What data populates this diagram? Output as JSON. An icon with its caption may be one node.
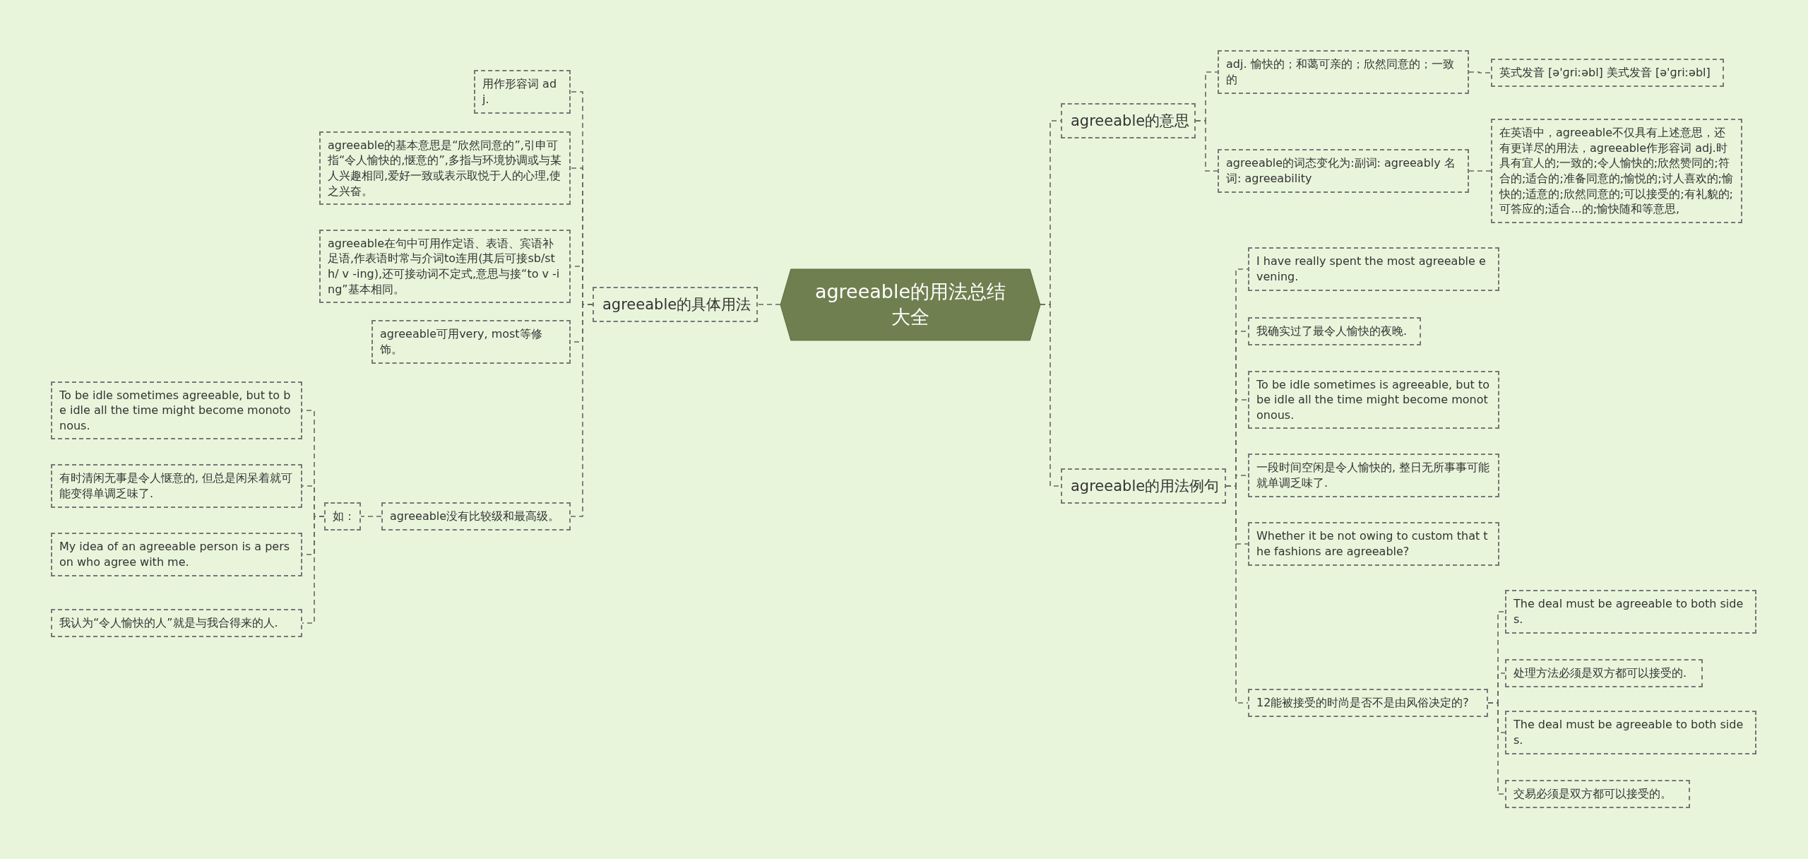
{
  "diagram": {
    "nodes": [
      {
        "text": [
          "agreeable的用法总结大全"
        ]
      },
      {
        "text": [
          "agreeable的具体用法"
        ]
      },
      {
        "text": [
          "用作形容词 adj."
        ]
      },
      {
        "text": [
          "agreeable的基本意思是“欣然同意的”,引申可指“令人愉快的,惬意的”,多指与环境协调或与某人兴趣相同,爱好一致或表示取悦于人的心理,使之兴奋。"
        ]
      },
      {
        "text": [
          "agreeable在句中可用作定语、表语、宾语补足语,作表语时常与介词to连用(其后可接sb/sth/ v -ing),还可接动词不定式,意思与接“to v -ing”基本相同。"
        ]
      },
      {
        "text": [
          "agreeable可用very, most等修饰。"
        ]
      },
      {
        "text": [
          "agreeable没有比较级和最高级。"
        ]
      },
      {
        "text": [
          "如："
        ]
      },
      {
        "text": [
          "To be idle sometimes agreeable, but to be idle all the time might become monotonous."
        ]
      },
      {
        "text": [
          "有时清闲无事是令人惬意的, 但总是闲呆着就可能变得单调乏味了."
        ]
      },
      {
        "text": [
          "My idea of an agreeable person is a person who agree with me."
        ]
      },
      {
        "text": [
          "我认为“令人愉快的人”就是与我合得来的人."
        ]
      },
      {
        "text": [
          "agreeable的意思"
        ]
      },
      {
        "text": [
          "adj. 愉快的；和蔼可亲的；欣然同意的；一致的"
        ]
      },
      {
        "text": [
          "英式发音 [ə'ɡriːəbl] 美式发音 [ə'ɡriːəbl]"
        ]
      },
      {
        "text": [
          "agreeable的词态变化为:副词: agreeably 名词: agreeability"
        ]
      },
      {
        "text": [
          "在英语中，agreeable不仅具有上述意思，还有更详尽的用法，agreeable作形容词 adj.时具有宜人的;一致的;令人愉快的;欣然赞同的;符合的;适合的;准备同意的;愉悦的;讨人喜欢的;愉快的;适意的;欣然同意的;可以接受的;有礼貌的;可答应的;适合...的;愉快随和等意思,"
        ]
      },
      {
        "text": [
          "agreeable的用法例句"
        ]
      },
      {
        "text": [
          "I have really spent the most agreeable evening."
        ]
      },
      {
        "text": [
          "我确实过了最令人愉快的夜晚."
        ]
      },
      {
        "text": [
          "To be idle sometimes is agreeable, but to be idle all the time might become monotonous."
        ]
      },
      {
        "text": [
          "一段时间空闲是令人愉快的, 整日无所事事可能就单调乏味了."
        ]
      },
      {
        "text": [
          "Whether it be not owing to custom that the fashions are agreeable?"
        ]
      },
      {
        "text": [
          "12能被接受的时尚是否不是由风俗决定的?"
        ]
      },
      {
        "text": [
          "The deal must be agreeable to both sides."
        ]
      },
      {
        "text": [
          "处理方法必须是双方都可以接受的."
        ]
      },
      {
        "text": [
          "The deal must be agreeable to both sides."
        ]
      },
      {
        "text": [
          "交易必须是双方都可以接受的。"
        ]
      }
    ],
    "edges": [
      {
        "from": 0,
        "to": 1,
        "arrow": "none"
      },
      {
        "from": 1,
        "to": 2,
        "arrow": "none"
      },
      {
        "from": 1,
        "to": 3,
        "arrow": "none"
      },
      {
        "from": 1,
        "to": 4,
        "arrow": "none"
      },
      {
        "from": 1,
        "to": 5,
        "arrow": "none"
      },
      {
        "from": 1,
        "to": 6,
        "arrow": "none"
      },
      {
        "from": 6,
        "to": 7,
        "arrow": "none"
      },
      {
        "from": 7,
        "to": 8,
        "arrow": "none"
      },
      {
        "from": 7,
        "to": 9,
        "arrow": "none"
      },
      {
        "from": 7,
        "to": 10,
        "arrow": "none"
      },
      {
        "from": 7,
        "to": 11,
        "arrow": "none"
      },
      {
        "from": 0,
        "to": 12,
        "arrow": "none"
      },
      {
        "from": 12,
        "to": 13,
        "arrow": "none"
      },
      {
        "from": 13,
        "to": 14,
        "arrow": "none"
      },
      {
        "from": 12,
        "to": 15,
        "arrow": "none"
      },
      {
        "from": 15,
        "to": 16,
        "arrow": "none"
      },
      {
        "from": 0,
        "to": 17,
        "arrow": "none"
      },
      {
        "from": 17,
        "to": 18,
        "arrow": "none"
      },
      {
        "from": 17,
        "to": 19,
        "arrow": "none"
      },
      {
        "from": 17,
        "to": 20,
        "arrow": "none"
      },
      {
        "from": 17,
        "to": 21,
        "arrow": "none"
      },
      {
        "from": 17,
        "to": 22,
        "arrow": "none"
      },
      {
        "from": 17,
        "to": 23,
        "arrow": "none"
      },
      {
        "from": 23,
        "to": 24,
        "arrow": "none"
      },
      {
        "from": 23,
        "to": 25,
        "arrow": "none"
      },
      {
        "from": 23,
        "to": 26,
        "arrow": "none"
      },
      {
        "from": 23,
        "to": 27,
        "arrow": "none"
      }
    ]
  }
}
